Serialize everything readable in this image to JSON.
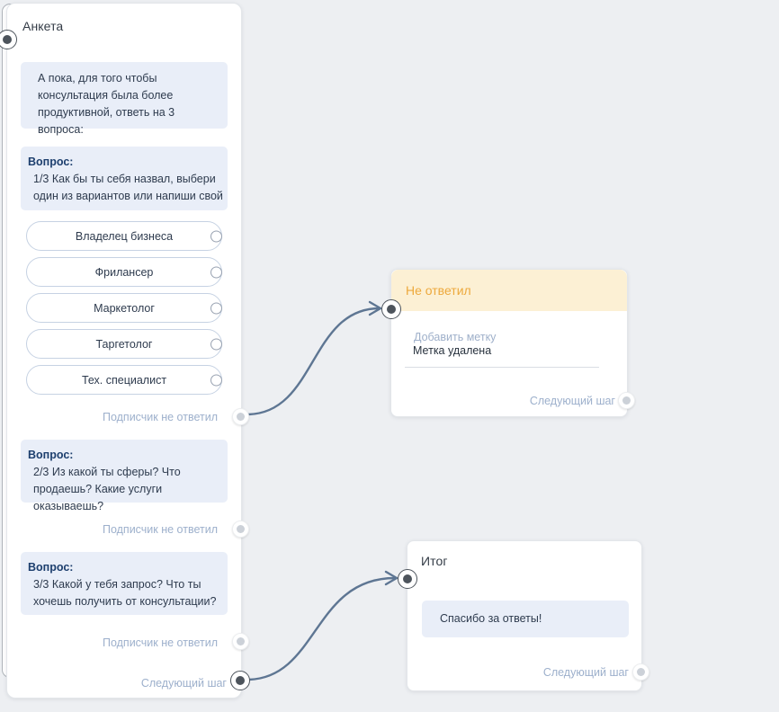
{
  "colors": {
    "canvas_bg": "#edeff2",
    "link_text": "#9db0cc",
    "warning_header_bg": "#fcf0d4",
    "warning_text": "#eda93d",
    "message_box_bg": "#e9eef8",
    "connection_line": "#5e7693"
  },
  "anketa_card": {
    "title": "Анкета",
    "intro_message": "А пока, для того чтобы консультация была более продуктивной, ответь на 3 вопроса:",
    "question_label": "Вопрос:",
    "questions": [
      {
        "text": "1/3 Как бы ты себя назвал, выбери один из вариантов или напиши свой"
      },
      {
        "text": "2/3 Из какой ты сферы? Что продаешь? Какие услуги оказываешь?"
      },
      {
        "text": "3/3 Какой у тебя запрос? Что ты хочешь получить от консультации?"
      }
    ],
    "buttons": [
      "Владелец бизнеса",
      "Фрилансер",
      "Маркетолог",
      "Таргетолог",
      "Тех. специалист"
    ],
    "no_answer_label": "Подписчик не ответил",
    "next_step_label": "Следующий шаг"
  },
  "no_answer_card": {
    "title": "Не ответил",
    "tag_field_placeholder": "Добавить метку",
    "tag_value": "Метка удалена",
    "next_step_label": "Следующий шаг"
  },
  "result_card": {
    "title": "Итог",
    "message": "Спасибо за ответы!",
    "next_step_label": "Следующий шаг"
  }
}
